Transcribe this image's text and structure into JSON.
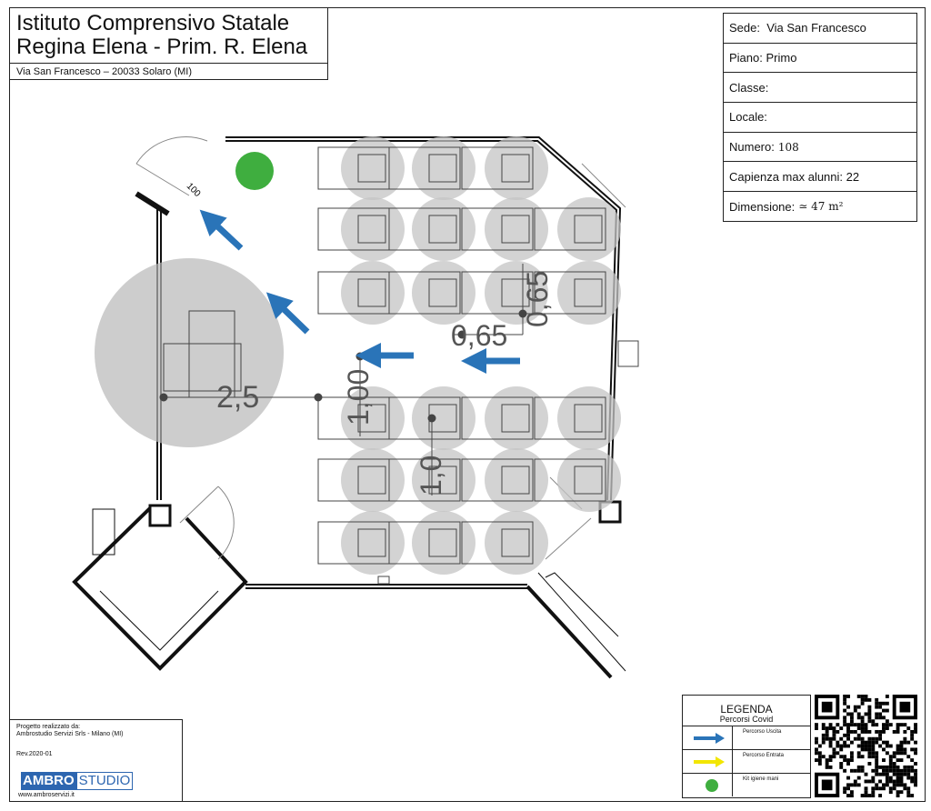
{
  "header": {
    "title_line1": "Istituto Comprensivo Statale",
    "title_line2": "Regina Elena - Prim. R. Elena",
    "address": "Via San Francesco – 20033 Solaro (MI)"
  },
  "info_table": {
    "sede_label": "Sede:  Via San Francesco",
    "piano_label": "Piano: Primo",
    "classe_label": "Classe:",
    "locale_label": "Locale:",
    "numero_label": "Numero:",
    "numero_value": "108",
    "capienza_label": "Capienza max alunni: 22",
    "dimensione_label": "Dimensione:",
    "dimensione_value": "≃ 47 m²"
  },
  "plan": {
    "door_label": "100",
    "dim_radius_teacher": "2,5",
    "dim_aisle_vertical": "1,00",
    "dim_aisle_vertical_2": "1,0",
    "dim_desk_horizontal": "0,65",
    "dim_desk_vertical": "0,65"
  },
  "legend": {
    "title": "LEGENDA",
    "subtitle": "Percorsi Covid",
    "exit_label": "Percorso Uscita",
    "entry_label": "Percorso Entrata",
    "kit_label": "Kit igiene mani",
    "exit_color": "#2a74b8",
    "entry_color": "#f2e600",
    "kit_color": "#3fae3f"
  },
  "credits": {
    "line1": "Progetto realizzato da:",
    "line2": "Ambrostudio Servizi Srls - Milano (MI)",
    "rev": "Rev.2020-01",
    "logo_a": "AMBRO",
    "logo_b": "STUDIO",
    "website": "www.ambroservizi.it"
  }
}
